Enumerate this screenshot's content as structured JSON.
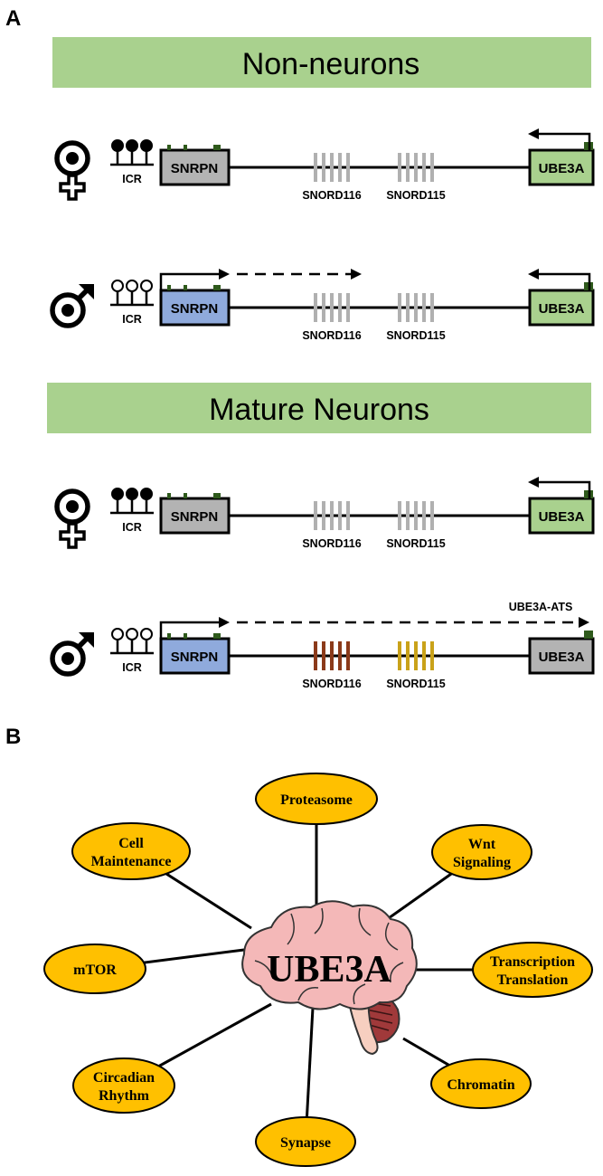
{
  "panels": {
    "a": "A",
    "b": "B"
  },
  "banners": {
    "non_neurons": "Non-neurons",
    "mature_neurons": "Mature Neurons"
  },
  "rows": [
    {
      "parent": "maternal",
      "icr": "ICR",
      "snrpn": "SNRPN",
      "snord116": "SNORD116",
      "snord115": "SNORD115",
      "ube3a": "UBE3A",
      "snrpn_color": "#b3b3b3",
      "ube3a_color": "#a9d18e",
      "snord116_color": "#b0b0b0",
      "snord115_color": "#b0b0b0",
      "icr_methylated": true
    },
    {
      "parent": "paternal",
      "icr": "ICR",
      "snrpn": "SNRPN",
      "snord116": "SNORD116",
      "snord115": "SNORD115",
      "ube3a": "UBE3A",
      "snrpn_color": "#8faadc",
      "ube3a_color": "#a9d18e",
      "snord116_color": "#b0b0b0",
      "snord115_color": "#b0b0b0",
      "icr_methylated": false
    },
    {
      "parent": "maternal",
      "icr": "ICR",
      "snrpn": "SNRPN",
      "snord116": "SNORD116",
      "snord115": "SNORD115",
      "ube3a": "UBE3A",
      "snrpn_color": "#b3b3b3",
      "ube3a_color": "#a9d18e",
      "snord116_color": "#b0b0b0",
      "snord115_color": "#b0b0b0",
      "icr_methylated": true
    },
    {
      "parent": "paternal",
      "icr": "ICR",
      "snrpn": "SNRPN",
      "snord116": "SNORD116",
      "snord115": "SNORD115",
      "ube3a": "UBE3A",
      "snrpn_color": "#8faadc",
      "ube3a_color": "#b3b3b3",
      "snord116_color": "#8b3a1a",
      "snord115_color": "#c9a21a",
      "icr_methylated": false,
      "ats_label": "UBE3A-ATS"
    }
  ],
  "network": {
    "center": "UBE3A",
    "node_color": "#ffc000",
    "brain_color": "#f4b8b8",
    "nodes": [
      {
        "lines": [
          "Proteasome"
        ]
      },
      {
        "lines": [
          "Wnt",
          "Signaling"
        ]
      },
      {
        "lines": [
          "Transcription",
          "Translation"
        ]
      },
      {
        "lines": [
          "Chromatin"
        ]
      },
      {
        "lines": [
          "Synapse"
        ]
      },
      {
        "lines": [
          "Circadian",
          "Rhythm"
        ]
      },
      {
        "lines": [
          "mTOR"
        ]
      },
      {
        "lines": [
          "Cell",
          "Maintenance"
        ]
      }
    ]
  },
  "colors": {
    "banner": "#a9d18e",
    "mark": "#2f5a1c"
  }
}
